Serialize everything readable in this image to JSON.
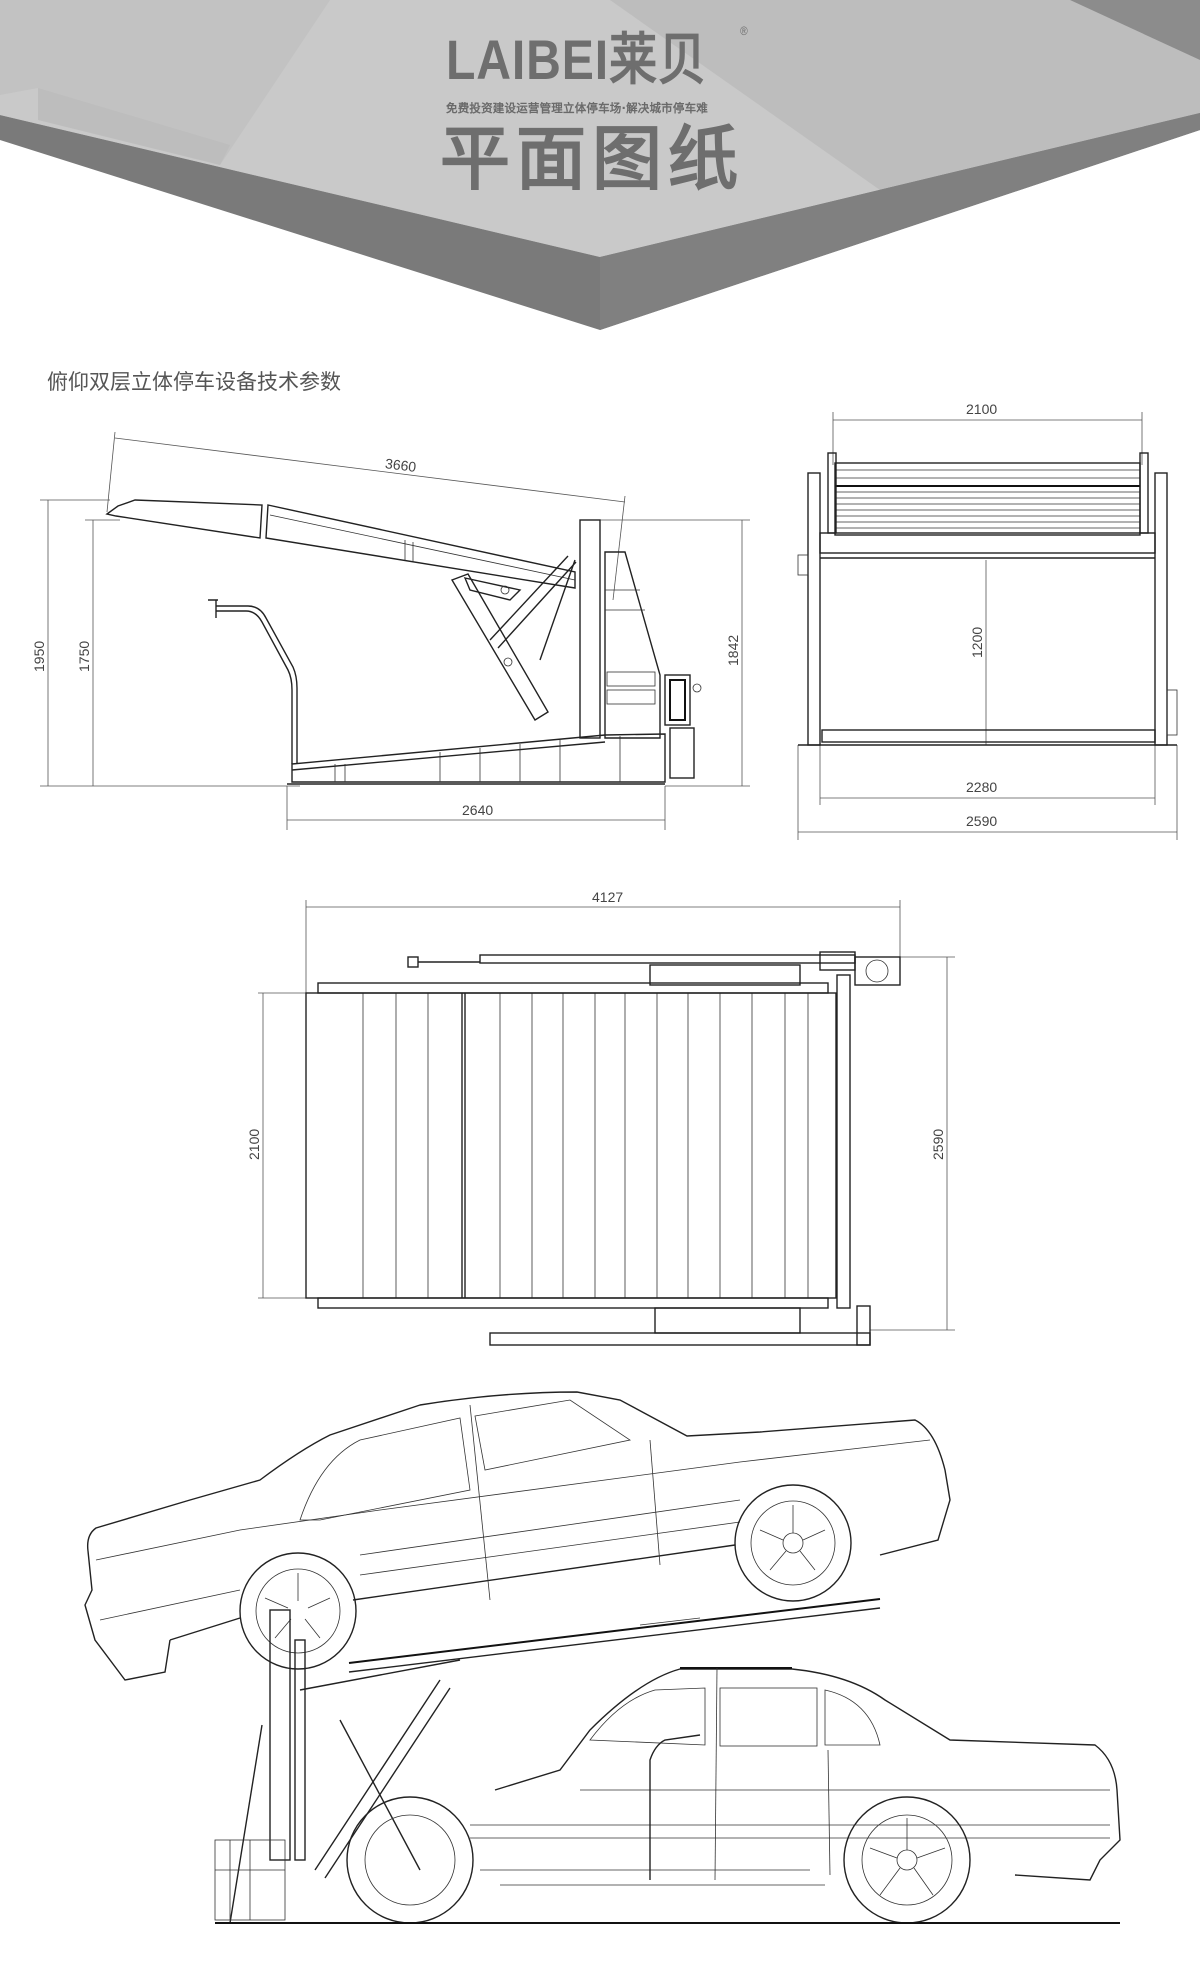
{
  "header": {
    "brand_latin": "LAIBEI",
    "brand_cn": "莱贝",
    "registered_mark": "®",
    "tagline": "免费投资建设运营管理立体停车场·解决城市停车难",
    "title": "平面图纸",
    "colors": {
      "light_panel": "#c8c8c8",
      "mid_panel": "#b8b8b8",
      "dark_band": "#7a7a7a",
      "text": "#6e6e6e"
    }
  },
  "section": {
    "title": "俯仰双层立体停车设备技术参数"
  },
  "side_elevation": {
    "dimensions": {
      "ramp_length": "3660",
      "overall_height": "1950",
      "platform_height": "1750",
      "column_height": "1842",
      "base_length": "2640"
    }
  },
  "front_view": {
    "dimensions": {
      "platform_width": "2100",
      "clearance_height": "1200",
      "inner_width": "2280",
      "overall_width": "2590"
    }
  },
  "top_view": {
    "dimensions": {
      "overall_length": "4127",
      "platform_width": "2100",
      "overall_width": "2590"
    }
  },
  "illustration": {
    "label": "tilting double-deck parking with two sedans"
  }
}
